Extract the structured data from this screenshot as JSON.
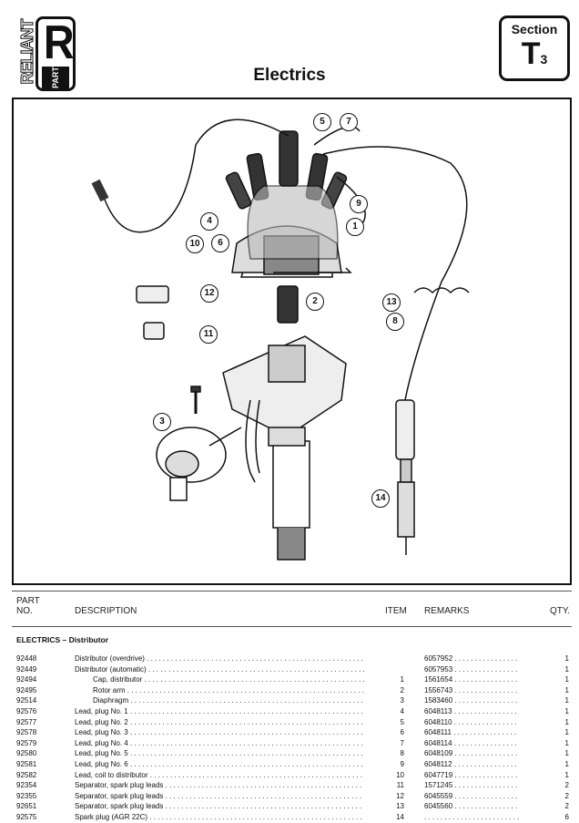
{
  "logo": {
    "brand": "RELIANT",
    "letter": "R",
    "sub": "PART"
  },
  "page_title": "Electrics",
  "section": {
    "label": "Section",
    "code": "T",
    "number": "3"
  },
  "diagram": {
    "callouts": [
      "1",
      "2",
      "3",
      "4",
      "5",
      "6",
      "7",
      "8",
      "9",
      "10",
      "11",
      "12",
      "13",
      "14"
    ]
  },
  "table": {
    "headers": {
      "part_no": "PART NO.",
      "description": "DESCRIPTION",
      "item": "ITEM",
      "remarks": "REMARKS",
      "qty": "QTY."
    },
    "section_heading": "ELECTRICS – Distributor",
    "rows": [
      {
        "part": "92448",
        "desc": "Distributor (overdrive)",
        "item": "",
        "remarks": "6057952",
        "qty": "1",
        "indent": false
      },
      {
        "part": "92449",
        "desc": "Distributor (automatic)",
        "item": "",
        "remarks": "6057953",
        "qty": "1",
        "indent": false
      },
      {
        "part": "92494",
        "desc": "Cap, distributor",
        "item": "1",
        "remarks": "1561654",
        "qty": "1",
        "indent": true
      },
      {
        "part": "92495",
        "desc": "Rotor arm",
        "item": "2",
        "remarks": "1556743",
        "qty": "1",
        "indent": true
      },
      {
        "part": "92514",
        "desc": "Diaphragm",
        "item": "3",
        "remarks": "1583460",
        "qty": "1",
        "indent": true
      },
      {
        "part": "92576",
        "desc": "Lead, plug No. 1",
        "item": "4",
        "remarks": "6048113",
        "qty": "1",
        "indent": false
      },
      {
        "part": "92577",
        "desc": "Lead, plug No. 2",
        "item": "5",
        "remarks": "6048110",
        "qty": "1",
        "indent": false
      },
      {
        "part": "92578",
        "desc": "Lead, plug No. 3",
        "item": "6",
        "remarks": "6048111",
        "qty": "1",
        "indent": false
      },
      {
        "part": "92579",
        "desc": "Lead, plug No. 4",
        "item": "7",
        "remarks": "6048114",
        "qty": "1",
        "indent": false
      },
      {
        "part": "92580",
        "desc": "Lead, plug No. 5",
        "item": "8",
        "remarks": "6048109",
        "qty": "1",
        "indent": false
      },
      {
        "part": "92581",
        "desc": "Lead, plug No. 6",
        "item": "9",
        "remarks": "6048112",
        "qty": "1",
        "indent": false
      },
      {
        "part": "92582",
        "desc": "Lead, coil to distributor",
        "item": "10",
        "remarks": "6047719",
        "qty": "1",
        "indent": false
      },
      {
        "part": "92354",
        "desc": "Separator, spark plug leads",
        "item": "11",
        "remarks": "1571245",
        "qty": "2",
        "indent": false
      },
      {
        "part": "92355",
        "desc": "Separator, spark plug leads",
        "item": "12",
        "remarks": "6045559",
        "qty": "2",
        "indent": false
      },
      {
        "part": "92651",
        "desc": "Separator, spark plug leads",
        "item": "13",
        "remarks": "6045560",
        "qty": "2",
        "indent": false
      },
      {
        "part": "92575",
        "desc": "Spark plug (AGR 22C)",
        "item": "14",
        "remarks": "",
        "qty": "6",
        "indent": false
      }
    ]
  }
}
